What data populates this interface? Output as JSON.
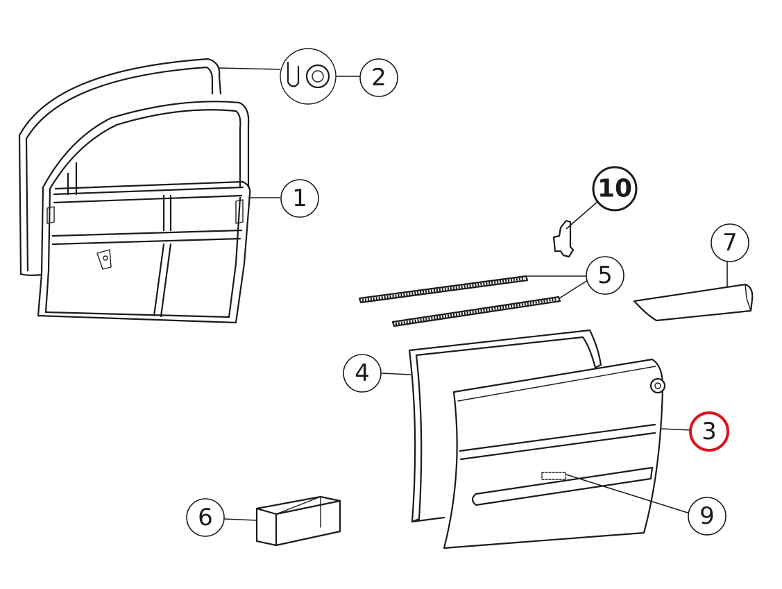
{
  "callouts": {
    "c1": {
      "label": "1"
    },
    "c2": {
      "label": "2"
    },
    "c3": {
      "label": "3"
    },
    "c4": {
      "label": "4"
    },
    "c5": {
      "label": "5"
    },
    "c6": {
      "label": "6"
    },
    "c7": {
      "label": "7"
    },
    "c9": {
      "label": "9"
    },
    "c10": {
      "label": "10"
    }
  },
  "highlight": {
    "callout": "3",
    "color": "#e0101a"
  },
  "colors": {
    "line": "#1a1a1a",
    "background": "#ffffff"
  }
}
